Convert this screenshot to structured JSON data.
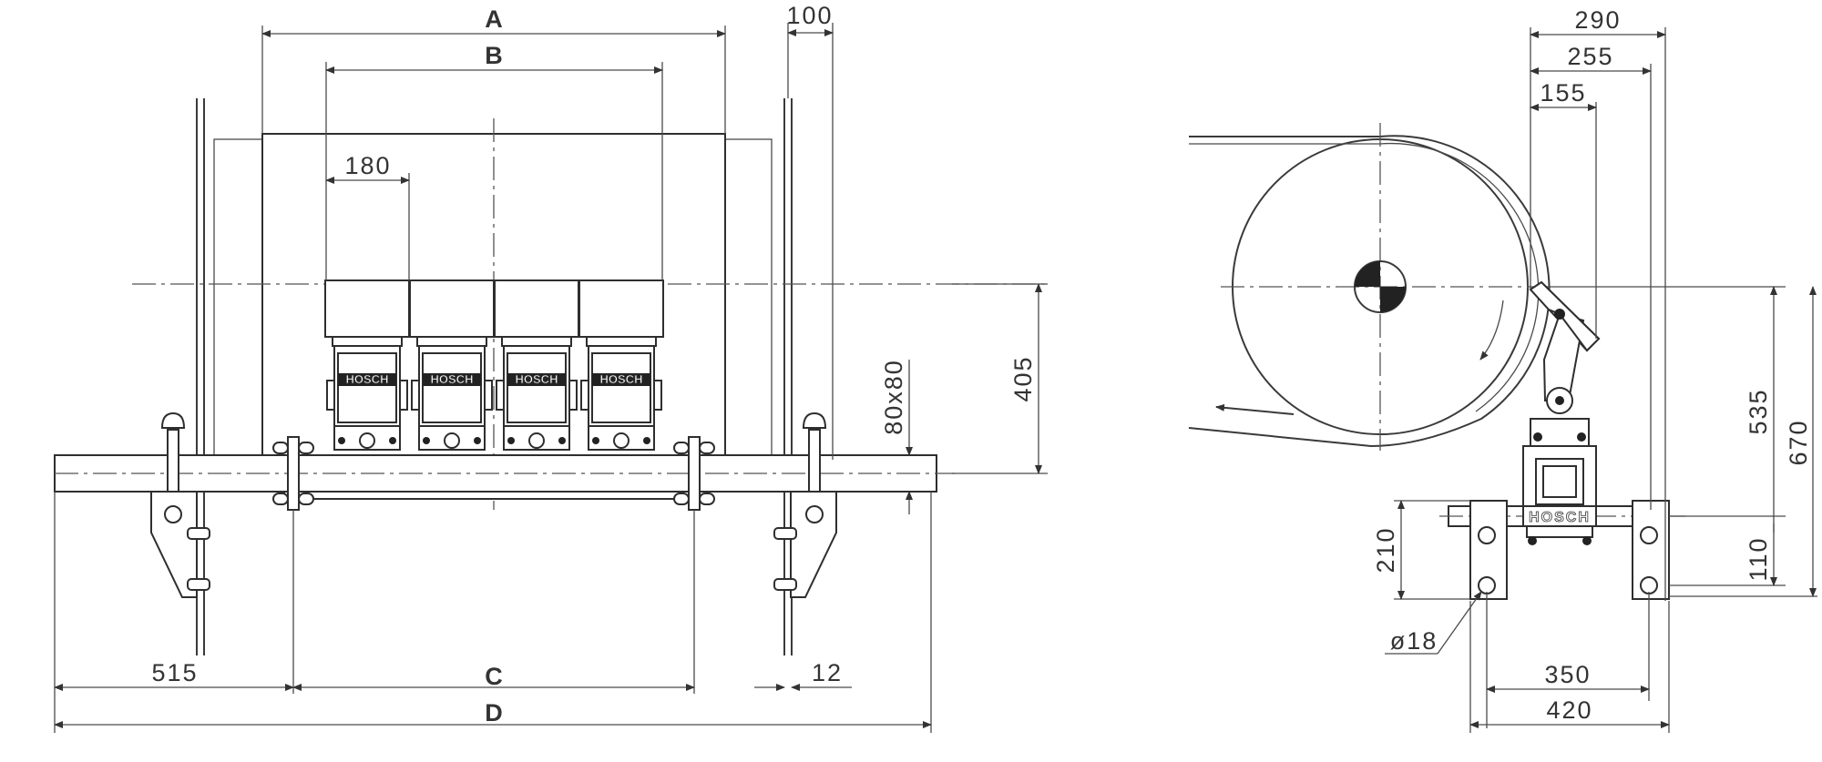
{
  "front_view": {
    "dim_A": "A",
    "dim_B": "B",
    "dim_C": "C",
    "dim_D": "D",
    "dim_100": "100",
    "dim_180": "180",
    "dim_405": "405",
    "dim_80x80": "80x80",
    "dim_515": "515",
    "dim_12": "12",
    "module_logo": "HOSCH"
  },
  "side_view": {
    "dim_290": "290",
    "dim_255": "255",
    "dim_155": "155",
    "dim_535": "535",
    "dim_670": "670",
    "dim_110": "110",
    "dim_210": "210",
    "dim_hole": "ø18",
    "dim_350": "350",
    "dim_420": "420",
    "logo": "HOSCH"
  }
}
